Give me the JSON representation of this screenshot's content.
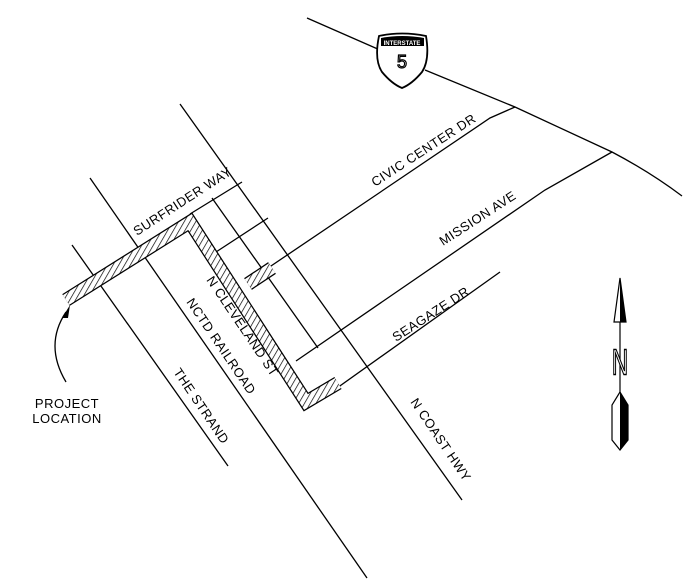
{
  "streets": {
    "surfrider": "SURFRIDER WAY",
    "civic_center": "CIVIC CENTER DR",
    "mission": "MISSION AVE",
    "seagaze": "SEAGAZE DR",
    "cleveland": "N CLEVELAND ST",
    "railroad": "NCTD RAILROAD",
    "strand": "THE STRAND",
    "coast_hwy": "N COAST HWY"
  },
  "shield": {
    "banner": "INTERSTATE",
    "number": "5"
  },
  "project": {
    "line1": "PROJECT",
    "line2": "LOCATION"
  },
  "north_arrow": {
    "letter": "N"
  },
  "colors": {
    "ink": "#000000",
    "background": "#ffffff"
  }
}
